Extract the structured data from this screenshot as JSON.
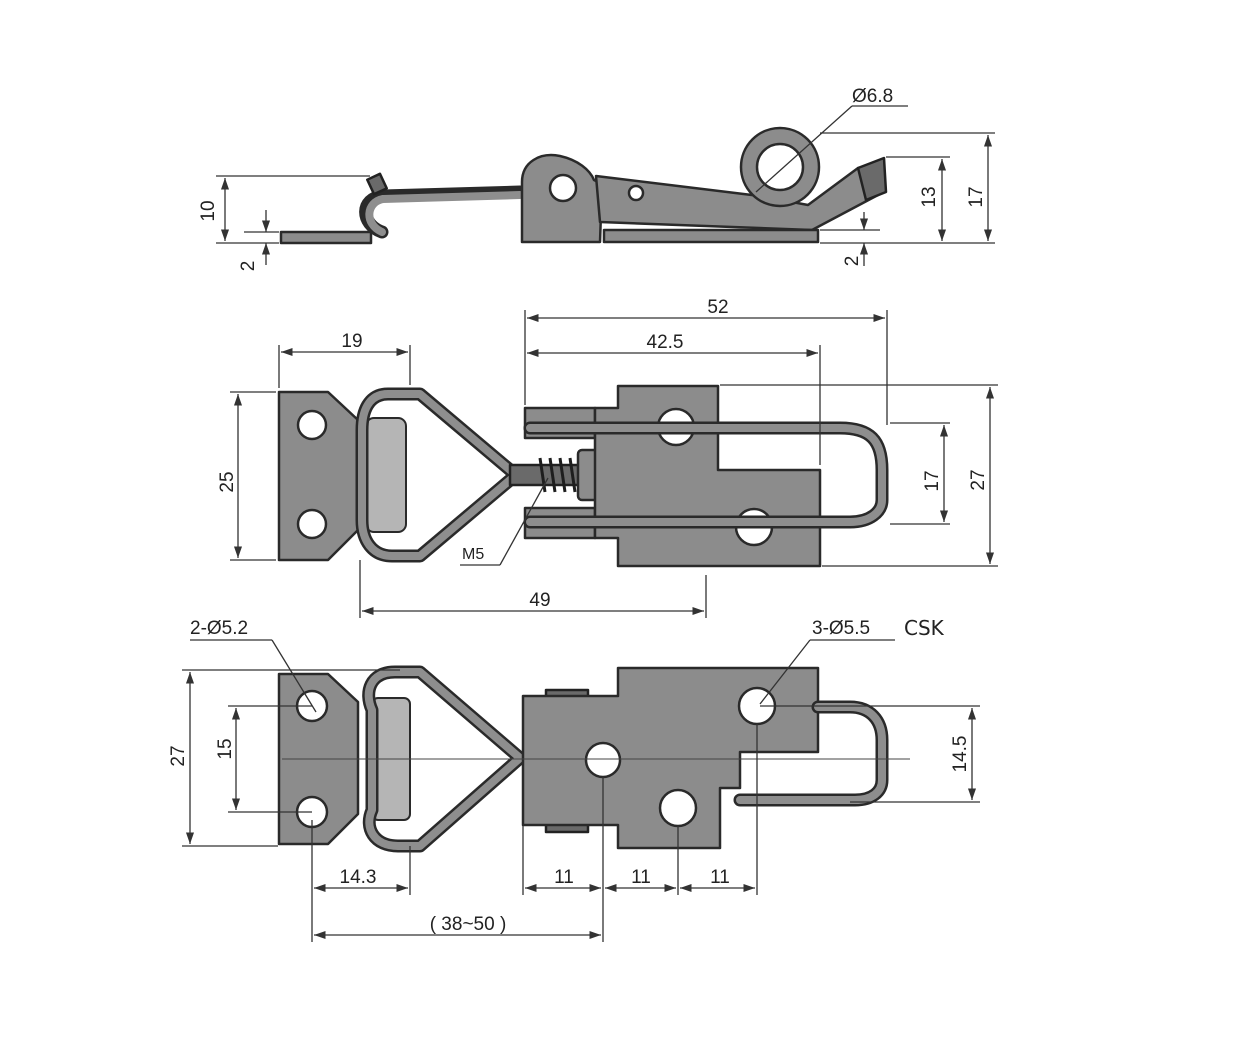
{
  "labels": {
    "side_hole_diameter": "Ø6.8",
    "side_height_10": "10",
    "side_thickness_left": "2",
    "side_height_13": "13",
    "side_height_17": "17",
    "side_thickness_right": "2",
    "top_width_19": "19",
    "top_length_52": "52",
    "top_length_42_5": "42.5",
    "top_height_25": "25",
    "top_height_17": "17",
    "top_height_27": "27",
    "thread_m5": "M5",
    "top_length_49": "49",
    "bottom_holes_left": "2-Ø5.2",
    "bottom_holes_right": "3-Ø5.5",
    "bottom_csk": "CSK",
    "bottom_height_27": "27",
    "bottom_height_15": "15",
    "bottom_height_14_5": "14.5",
    "bottom_width_14_3": "14.3",
    "bottom_spacing_1": "11",
    "bottom_spacing_2": "11",
    "bottom_spacing_3": "11",
    "bottom_range": "( 38~50 )"
  },
  "colors": {
    "metal": "#8c8c8c",
    "outline": "#2a2a2a",
    "dimension_line": "#333333"
  }
}
